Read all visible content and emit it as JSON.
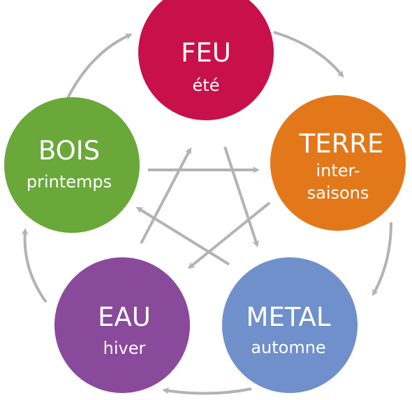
{
  "nodes": [
    {
      "id": "feu",
      "name": "FEU",
      "season": [
        "été"
      ],
      "color": "#c8104a"
    },
    {
      "id": "terre",
      "name": "TERRE",
      "season": [
        "inter-",
        "saisons"
      ],
      "color": "#e3781a"
    },
    {
      "id": "metal",
      "name": "METAL",
      "season": [
        "automne"
      ],
      "color": "#6f90cb"
    },
    {
      "id": "eau",
      "name": "EAU",
      "season": [
        "hiver"
      ],
      "color": "#8a4a9b"
    },
    {
      "id": "bois",
      "name": "BOIS",
      "season": [
        "printemps"
      ],
      "color": "#6aa83a"
    }
  ],
  "arrow_color": "#b3b3b3",
  "cycle_order": [
    "feu",
    "terre",
    "metal",
    "eau",
    "bois"
  ],
  "star_order": [
    "feu",
    "metal",
    "bois",
    "terre",
    "eau"
  ]
}
